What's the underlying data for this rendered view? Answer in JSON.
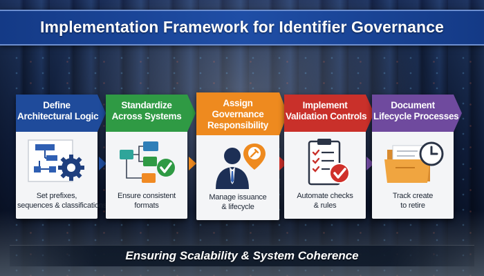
{
  "title": "Implementation Framework for Identifier Governance",
  "steps": [
    {
      "title_lines": [
        "Define",
        "Architectural Logic"
      ],
      "desc_lines": [
        "Set prefixes,",
        "sequences & classifications"
      ],
      "icon": "flowchart-gear-icon",
      "color": "#1f4b9b"
    },
    {
      "title_lines": [
        "Standardize",
        "Across Systems"
      ],
      "desc_lines": [
        "Ensure consistent",
        "formats"
      ],
      "icon": "linked-blocks-check-icon",
      "color": "#2f9a44"
    },
    {
      "title_lines": [
        "Assign",
        "Governance",
        "Responsibility"
      ],
      "desc_lines": [
        "Manage issuance",
        "& lifecycle"
      ],
      "icon": "person-wrench-pin-icon",
      "color": "#ee8a1f"
    },
    {
      "title_lines": [
        "Implement",
        "Validation Controls"
      ],
      "desc_lines": [
        "Automate checks",
        "& rules"
      ],
      "icon": "checklist-clipboard-icon",
      "color": "#c9302a"
    },
    {
      "title_lines": [
        "Document",
        "Lifecycle Processes"
      ],
      "desc_lines": [
        "Track create",
        "to retire"
      ],
      "icon": "folder-clock-icon",
      "color": "#6f4a9e"
    }
  ],
  "footer": "Ensuring Scalability & System Coherence"
}
